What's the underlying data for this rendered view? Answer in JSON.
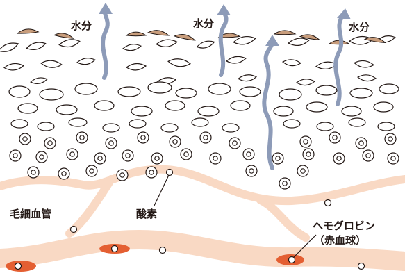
{
  "labels": {
    "water_1": "水分",
    "water_2": "水分",
    "water_3": "水分",
    "capillary": "毛細血管",
    "oxygen": "酸素",
    "hemoglobin": "ヘモグロビン",
    "red_blood_cell": "（赤血球）"
  },
  "colors": {
    "vessel": "#f9d9c4",
    "arrow": "#8d9bb8",
    "red_cell": "#e45f32",
    "flake_fill": "#c89d7c",
    "outline": "#231815"
  }
}
